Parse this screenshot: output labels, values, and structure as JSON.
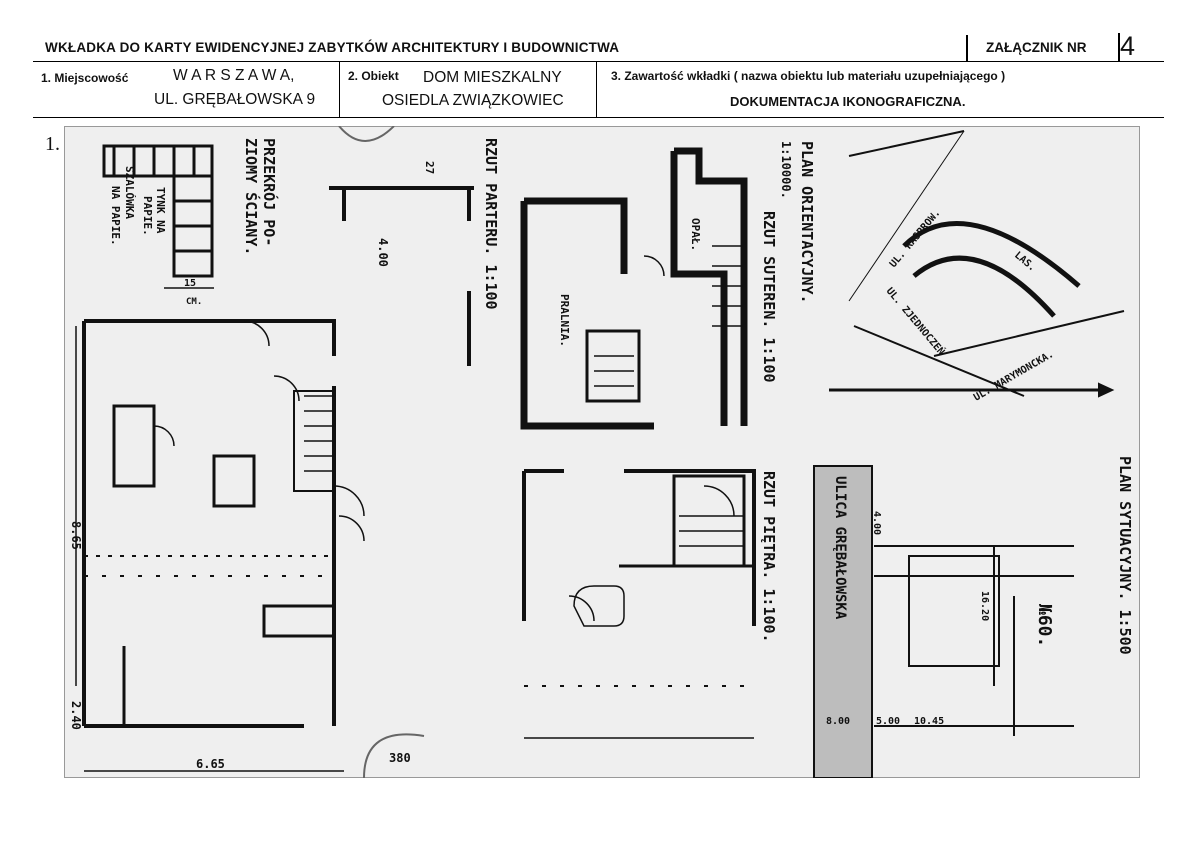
{
  "header": {
    "title": "WKŁADKA DO KARTY EWIDENCYJNEJ ZABYTKÓW ARCHITEKTURY I BUDOWNICTWA",
    "annex_label": "ZAŁĄCZNIK NR",
    "annex_number": "4"
  },
  "fields": {
    "locality_label": "1. Miejscowość",
    "locality_line1": "W A R S Z A W A,",
    "locality_line2": "UL. GRĘBAŁOWSKA 9",
    "object_label": "2. Obiekt",
    "object_line1": "DOM MIESZKALNY",
    "object_line2": "OSIEDLA ZWIĄZKOWIEC",
    "content_label": "3. Zawartość wkładki ( nazwa obiektu lub materiału uzupełniającego )",
    "content_value": "DOKUMENTACJA IKONOGRAFICZNA."
  },
  "figure": {
    "number": "1.",
    "labels": {
      "section_wall": "PRZEKRÓJ PO-",
      "section_wall2": "ZIOMY ŚCIANY.",
      "plaster": "TYNK NA",
      "plaster2": "PAPIE.",
      "formwork": "SZALÓWKA",
      "formwork2": "NA PAPIE.",
      "ground_floor": "RZUT PARTERU. 1:100",
      "basement": "RZUT SUTEREN. 1:100",
      "first_floor": "RZUT PIĘTRA. 1:100.",
      "orientation": "PLAN ORIENTACYJNY.",
      "orientation_scale": "1:10000.",
      "site_plan": "PLAN SYTUACYJNY. 1:500",
      "street": "ULICA GRĘBAŁOWSKA",
      "house_no": "№60.",
      "laundry": "PRALNIA.",
      "fuel": "OPAŁ.",
      "forest": "LAS.",
      "st_kasprow": "UL. KASPROW.",
      "st_zjedn": "UL. ZJEDNOCZEŃ",
      "st_marym": "UL. MARYMONCKA.",
      "cm": "CM.",
      "dim_15": "15",
      "dim_27": "27",
      "dim_400": "4.00",
      "dim_865": "8.65",
      "dim_240": "2.40",
      "dim_665": "6.65",
      "dim_380": "380",
      "dim_1620": "16.20",
      "dim_800": "8.00",
      "dim_500": "5.00",
      "dim_1045": "10.45",
      "dim_400b": "4.00"
    }
  }
}
